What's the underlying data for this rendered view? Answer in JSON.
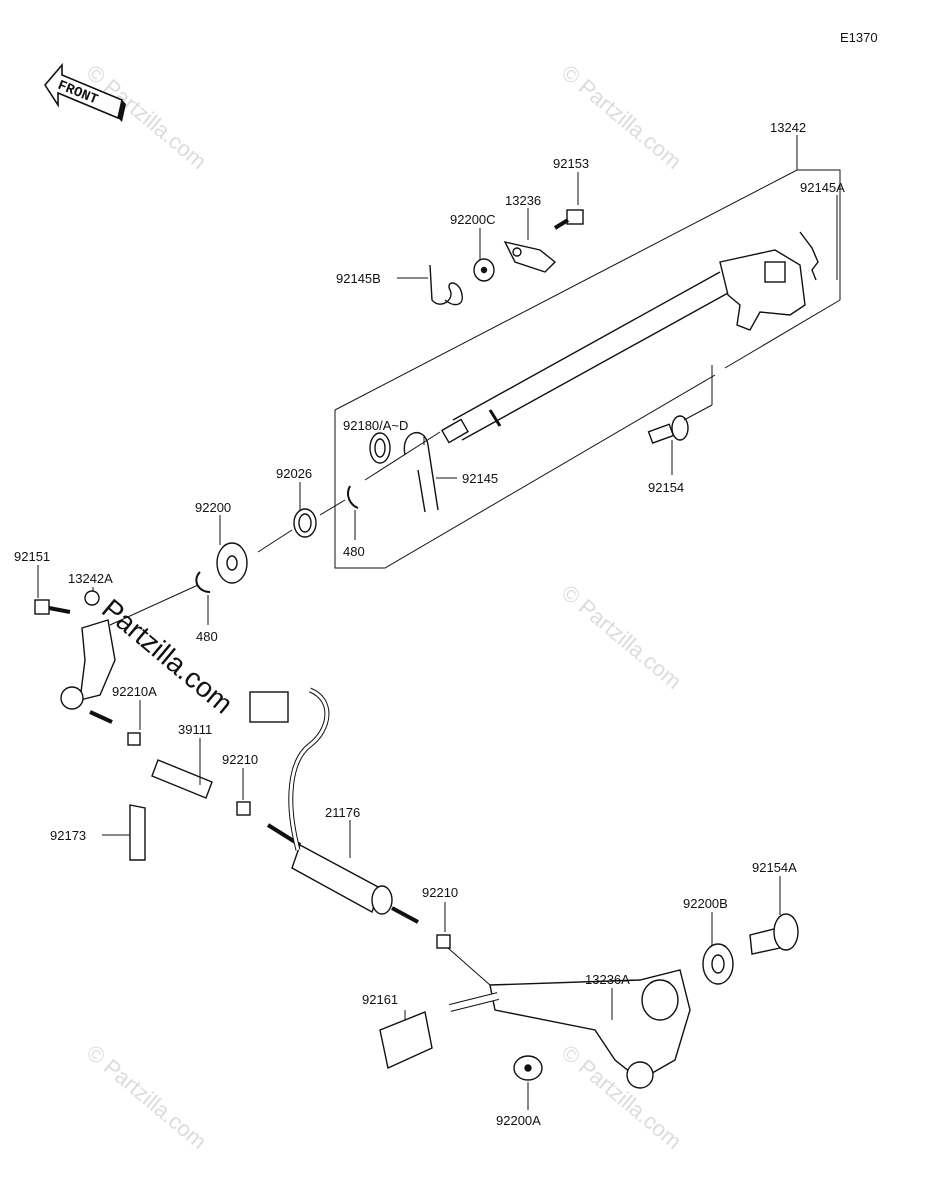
{
  "diagram_code": "E1370",
  "front_label": "FRONT",
  "watermark": "© Partzilla.com",
  "watermark_logo": "Partzilla.com",
  "parts": [
    {
      "id": "p13242",
      "label": "13242"
    },
    {
      "id": "p92153",
      "label": "92153"
    },
    {
      "id": "p13236",
      "label": "13236"
    },
    {
      "id": "p92200C",
      "label": "92200C"
    },
    {
      "id": "p92145A",
      "label": "92145A"
    },
    {
      "id": "p92145B",
      "label": "92145B"
    },
    {
      "id": "p92180",
      "label": "92180/A~D"
    },
    {
      "id": "p92145",
      "label": "92145"
    },
    {
      "id": "p92154",
      "label": "92154"
    },
    {
      "id": "p92026",
      "label": "92026"
    },
    {
      "id": "p480a",
      "label": "480"
    },
    {
      "id": "p92200",
      "label": "92200"
    },
    {
      "id": "p480b",
      "label": "480"
    },
    {
      "id": "p92151",
      "label": "92151"
    },
    {
      "id": "p13242A",
      "label": "13242A"
    },
    {
      "id": "p92210A",
      "label": "92210A"
    },
    {
      "id": "p39111",
      "label": "39111"
    },
    {
      "id": "p92210a",
      "label": "92210"
    },
    {
      "id": "p21176",
      "label": "21176"
    },
    {
      "id": "p92173",
      "label": "92173"
    },
    {
      "id": "p92210b",
      "label": "92210"
    },
    {
      "id": "p92154A",
      "label": "92154A"
    },
    {
      "id": "p92200B",
      "label": "92200B"
    },
    {
      "id": "p13236A",
      "label": "13236A"
    },
    {
      "id": "p92161",
      "label": "92161"
    },
    {
      "id": "p92200A",
      "label": "92200A"
    }
  ]
}
